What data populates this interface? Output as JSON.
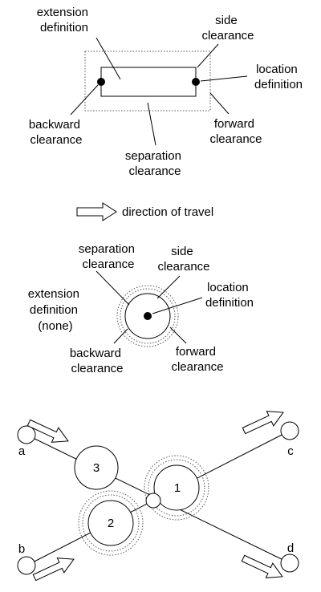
{
  "top": {
    "extension_definition": [
      "extension",
      "definition"
    ],
    "side_clearance": [
      "side",
      "clearance"
    ],
    "location_definition": [
      "location",
      "definition"
    ],
    "backward_clearance": [
      "backward",
      "clearance"
    ],
    "forward_clearance": [
      "forward",
      "clearance"
    ],
    "separation_clearance": [
      "separation",
      "clearance"
    ]
  },
  "legend": {
    "direction_of_travel": "direction of travel"
  },
  "middle": {
    "separation_clearance": [
      "separation",
      "clearance"
    ],
    "side_clearance": [
      "side",
      "clearance"
    ],
    "extension_definition": [
      "extension",
      "definition",
      "(none)"
    ],
    "location_definition": [
      "location",
      "definition"
    ],
    "backward_clearance": [
      "backward",
      "clearance"
    ],
    "forward_clearance": [
      "forward",
      "clearance"
    ]
  },
  "bottom": {
    "endpoints": {
      "a": "a",
      "b": "b",
      "c": "c",
      "d": "d"
    },
    "objects": {
      "one": "1",
      "two": "2",
      "three": "3"
    }
  },
  "colors": {
    "stroke": "#000000",
    "dotted": "#555555",
    "background": "#ffffff"
  }
}
